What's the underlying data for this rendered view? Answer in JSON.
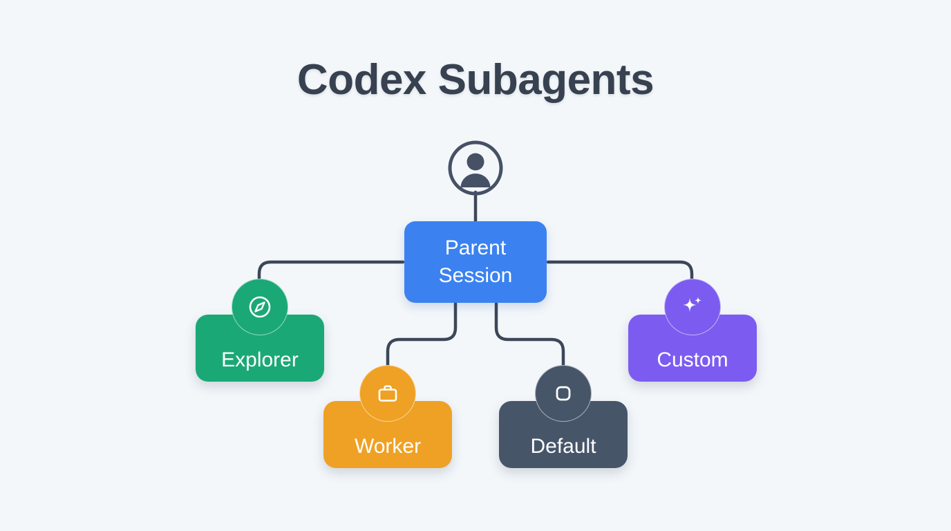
{
  "page": {
    "title": "Codex Subagents",
    "background_color": "#f3f7fa",
    "title_color": "#37414f",
    "edge_color": "#3c4758"
  },
  "diagram": {
    "type": "tree",
    "root": {
      "name": "user",
      "icon": "user-circle-icon",
      "label": "",
      "color": "#465166"
    },
    "parent": {
      "name": "parent-session",
      "label_line1": "Parent",
      "label_line2": "Session",
      "color": "#3b82f0",
      "text_color": "#ffffff"
    },
    "children": [
      {
        "name": "explorer",
        "label": "Explorer",
        "icon": "compass-icon",
        "color": "#1ba877",
        "badge_color": "#1ba877",
        "text_color": "#ffffff"
      },
      {
        "name": "worker",
        "label": "Worker",
        "icon": "briefcase-icon",
        "color": "#efa125",
        "badge_color": "#efa125",
        "text_color": "#ffffff"
      },
      {
        "name": "default",
        "label": "Default",
        "icon": "rounded-square-icon",
        "color": "#475569",
        "badge_color": "#475569",
        "text_color": "#ffffff"
      },
      {
        "name": "custom",
        "label": "Custom",
        "icon": "sparkles-icon",
        "color": "#7c5cf0",
        "badge_color": "#7c5cf0",
        "text_color": "#ffffff"
      }
    ],
    "edges": [
      {
        "from": "user",
        "to": "parent-session"
      },
      {
        "from": "parent-session",
        "to": "explorer"
      },
      {
        "from": "parent-session",
        "to": "worker"
      },
      {
        "from": "parent-session",
        "to": "default"
      },
      {
        "from": "parent-session",
        "to": "custom"
      }
    ]
  }
}
